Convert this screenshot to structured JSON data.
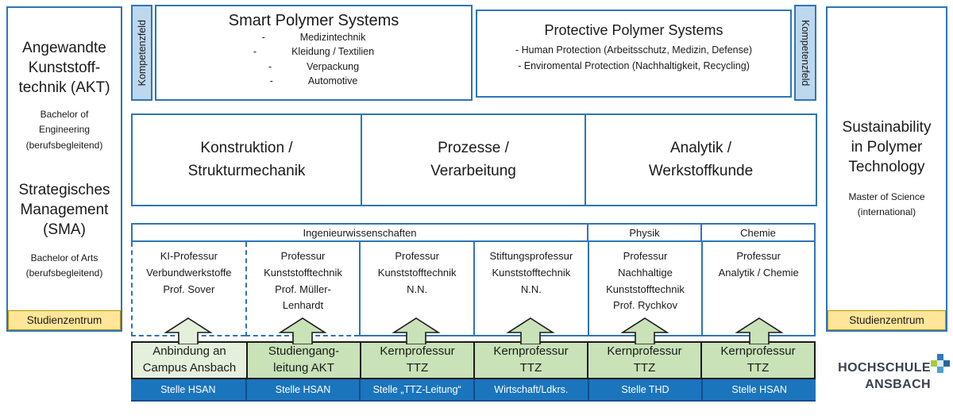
{
  "colors": {
    "border_blue": "#2E75B6",
    "kompetenzfeld_fill": "#BDD7EE",
    "yellow_fill": "#FFE699",
    "yellow_border": "#BF9000",
    "green_light": "#E4F0DC",
    "green_dark": "#C9E2B8",
    "dark_outline": "#1A1A1A",
    "bar_blue": "#1B75BC",
    "bar_divider": "#0F4E8C",
    "logo_text": "#39424E",
    "logo_green": "#A6C93D",
    "logo_blue": "#3379BC"
  },
  "left_panel": {
    "program1_title": "Angewandte\nKunststoff-\ntechnik (AKT)",
    "program1_subtitle": "Bachelor of\nEngineering\n(berufsbegleitend)",
    "program2_title": "Strategisches\nManagement\n(SMA)",
    "program2_subtitle": "Bachelor of Arts\n(berufsbegleitend)",
    "footer": "Studienzentrum"
  },
  "right_panel": {
    "title": "Sustainability\nin Polymer\nTechnology",
    "subtitle": "Master of Science\n(international)",
    "footer": "Studienzentrum"
  },
  "competence_fields": {
    "left_label": "Kompetenzfeld",
    "right_label": "Kompetenzfeld"
  },
  "smart_polymer": {
    "title": "Smart Polymer Systems",
    "bullet": "-",
    "items": [
      "Medizintechnik",
      "Kleidung / Textilien",
      "Verpackung",
      "Automotive"
    ]
  },
  "protective_polymer": {
    "title": "Protective Polymer Systems",
    "lines": [
      "- Human Protection (Arbeitsschutz, Medizin, Defense)",
      "- Enviromental Protection (Nachhaltigkeit, Recycling)"
    ]
  },
  "focus_areas": [
    "Konstruktion /\nStrukturmechanik",
    "Prozesse /\nVerarbeitung",
    "Analytik /\nWerkstoffkunde"
  ],
  "professorships": {
    "group_headers": [
      "Ingenieurwissenschaften",
      "Physik",
      "Chemie"
    ],
    "cells": [
      "KI-Professur\nVerbundwerkstoffe\nProf. Sover",
      "Professur\nKunststofftechnik\nProf. Müller-\nLenhardt",
      "Professur\nKunststofftechnik\nN.N.",
      "Stiftungsprofessur\nKunststofftechnik\nN.N.",
      "Professur\nNachhaltige\nKunststofftechnik\nProf. Rychkov",
      "Professur\nAnalytik / Chemie"
    ]
  },
  "roles": [
    "Anbindung an\nCampus Ansbach",
    "Studiengang-\nleitung AKT",
    "Kernprofessur\nTTZ",
    "Kernprofessur\nTTZ",
    "Kernprofessur\nTTZ",
    "Kernprofessur\nTTZ"
  ],
  "positions": [
    "Stelle HSAN",
    "Stelle HSAN",
    "Stelle „TTZ-Leitung“",
    "Wirtschaft/Ldkrs.",
    "Stelle THD",
    "Stelle HSAN"
  ],
  "logo": {
    "line1": "HOCHSCHULE",
    "line2": "ANSBACH"
  }
}
